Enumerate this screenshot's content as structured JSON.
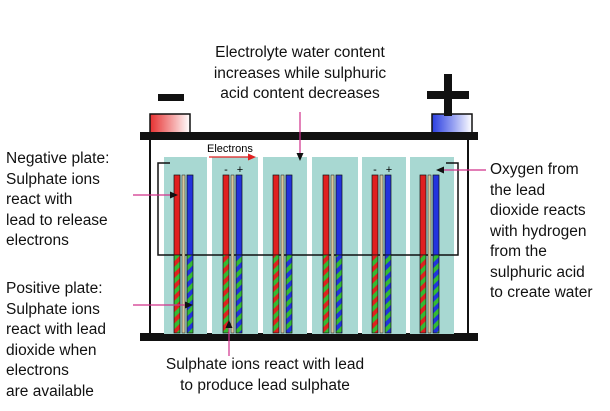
{
  "terminals": {
    "negative_symbol": "−",
    "positive_symbol": "+"
  },
  "electrons_label": "Electrons",
  "cell_sign_negative": "-",
  "cell_sign_positive": "+",
  "annotations": {
    "top": [
      "Electrolyte water content",
      "increases while sulphuric",
      "acid content decreases"
    ],
    "negative_plate": [
      "Negative plate:",
      "Sulphate ions",
      "react with",
      "lead to release",
      "electrons"
    ],
    "positive_plate": [
      "Positive plate:",
      "Sulphate ions",
      "react with lead",
      "dioxide when",
      "electrons",
      "are available"
    ],
    "oxygen": [
      "Oxygen from",
      "the lead",
      "dioxide reacts",
      "with hydrogen",
      "from the",
      "sulphuric acid",
      "to create water"
    ],
    "bottom": [
      "Sulphate ions react with lead",
      "to produce lead sulphate"
    ]
  },
  "colors": {
    "outline": "#111111",
    "electrolyte": "#a8d8d2",
    "negative_plate": "#e02020",
    "positive_plate": "#2233dd",
    "lead_sulphate_stripe": "#33bb33",
    "separator": "#d6c9a0",
    "pointer": "#d0308a",
    "electron_arrow": "#e02020"
  }
}
